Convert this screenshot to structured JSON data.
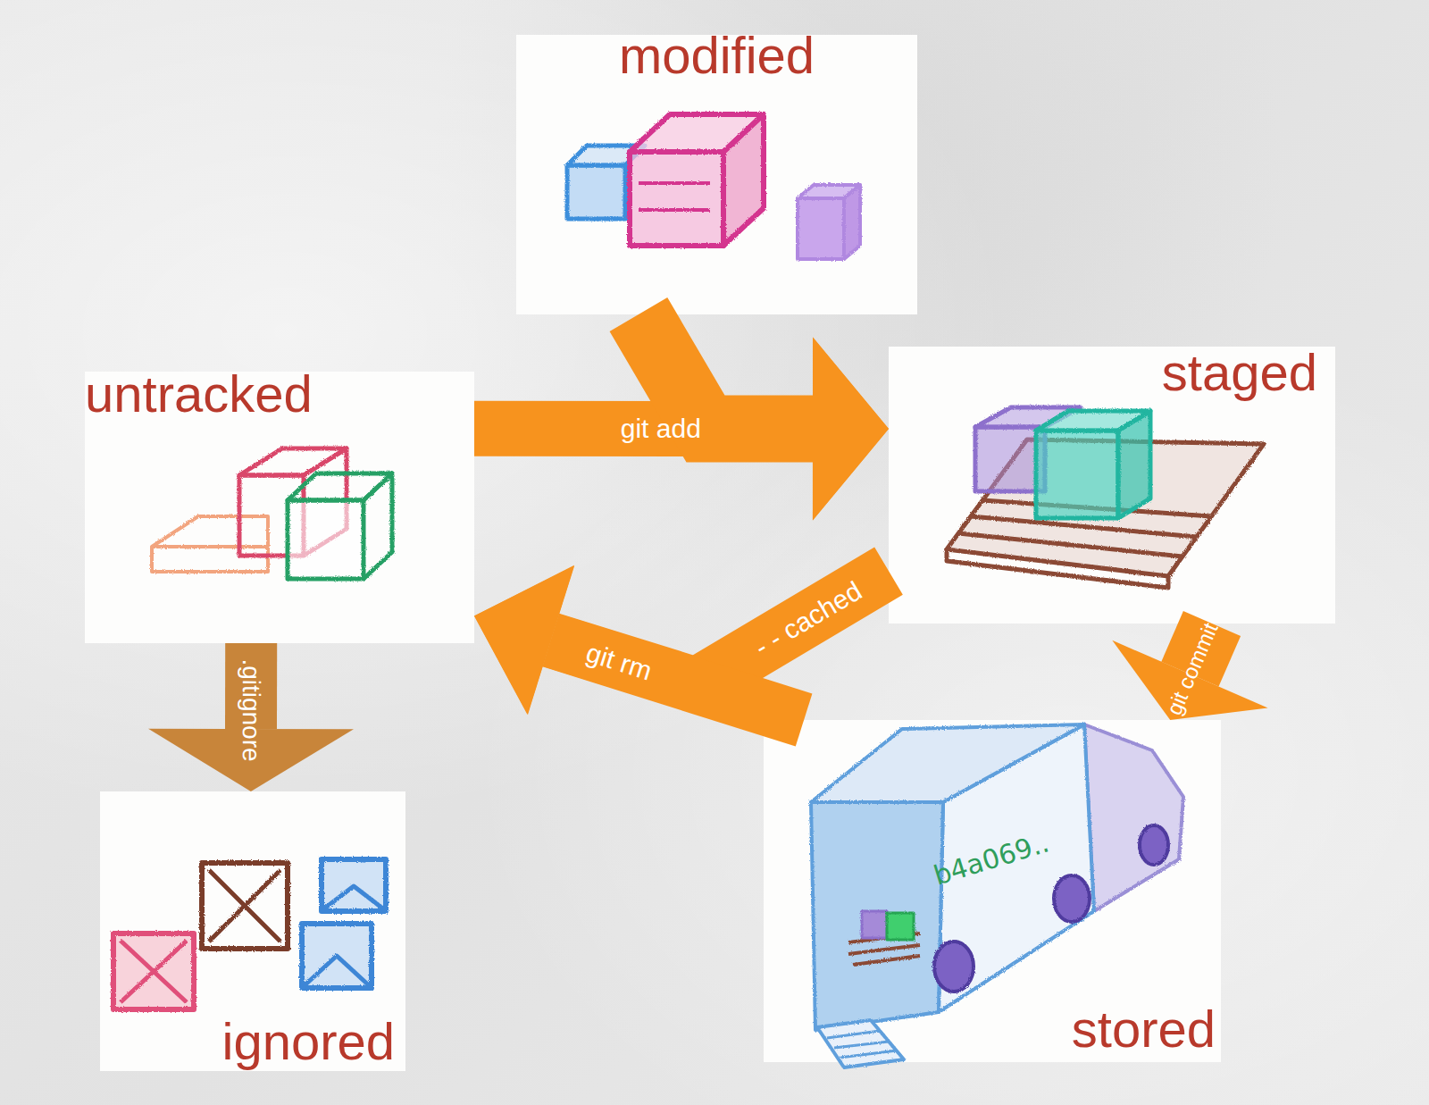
{
  "diagram": {
    "nodes": [
      {
        "text": [
          "modified"
        ]
      },
      {
        "text": [
          "untracked"
        ]
      },
      {
        "text": [
          "staged"
        ]
      },
      {
        "text": [
          "ignored"
        ]
      },
      {
        "text": [
          "stored"
        ]
      }
    ],
    "edges": [
      {
        "from": 1,
        "to": 2,
        "label": "git add",
        "arrow": "to"
      },
      {
        "from": 0,
        "to": 2,
        "arrow": "to"
      },
      {
        "from": 2,
        "to": 1,
        "label": "- - cached",
        "arrow": "to"
      },
      {
        "from": 2,
        "to": 4,
        "label": "git commit",
        "arrow": "to"
      },
      {
        "from": 1,
        "to": 3,
        "label": ".gitignore",
        "arrow": "to"
      },
      {
        "from": 4,
        "to": 1,
        "label": "git rm",
        "arrow": "to"
      }
    ],
    "labels": [
      "b4a069.."
    ]
  }
}
